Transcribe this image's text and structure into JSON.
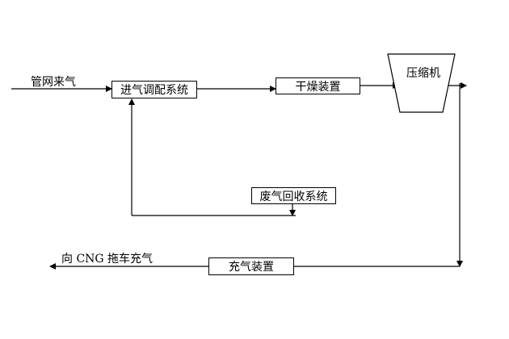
{
  "nodes": {
    "inlet_label": "管网来气",
    "intake_system": "进气调配系统",
    "drying_device": "干燥装置",
    "compressor": "压缩机",
    "waste_gas_recovery": "废气回收系统",
    "filling_device": "充气装置",
    "outlet_label": "向 CNG 拖车充气"
  }
}
